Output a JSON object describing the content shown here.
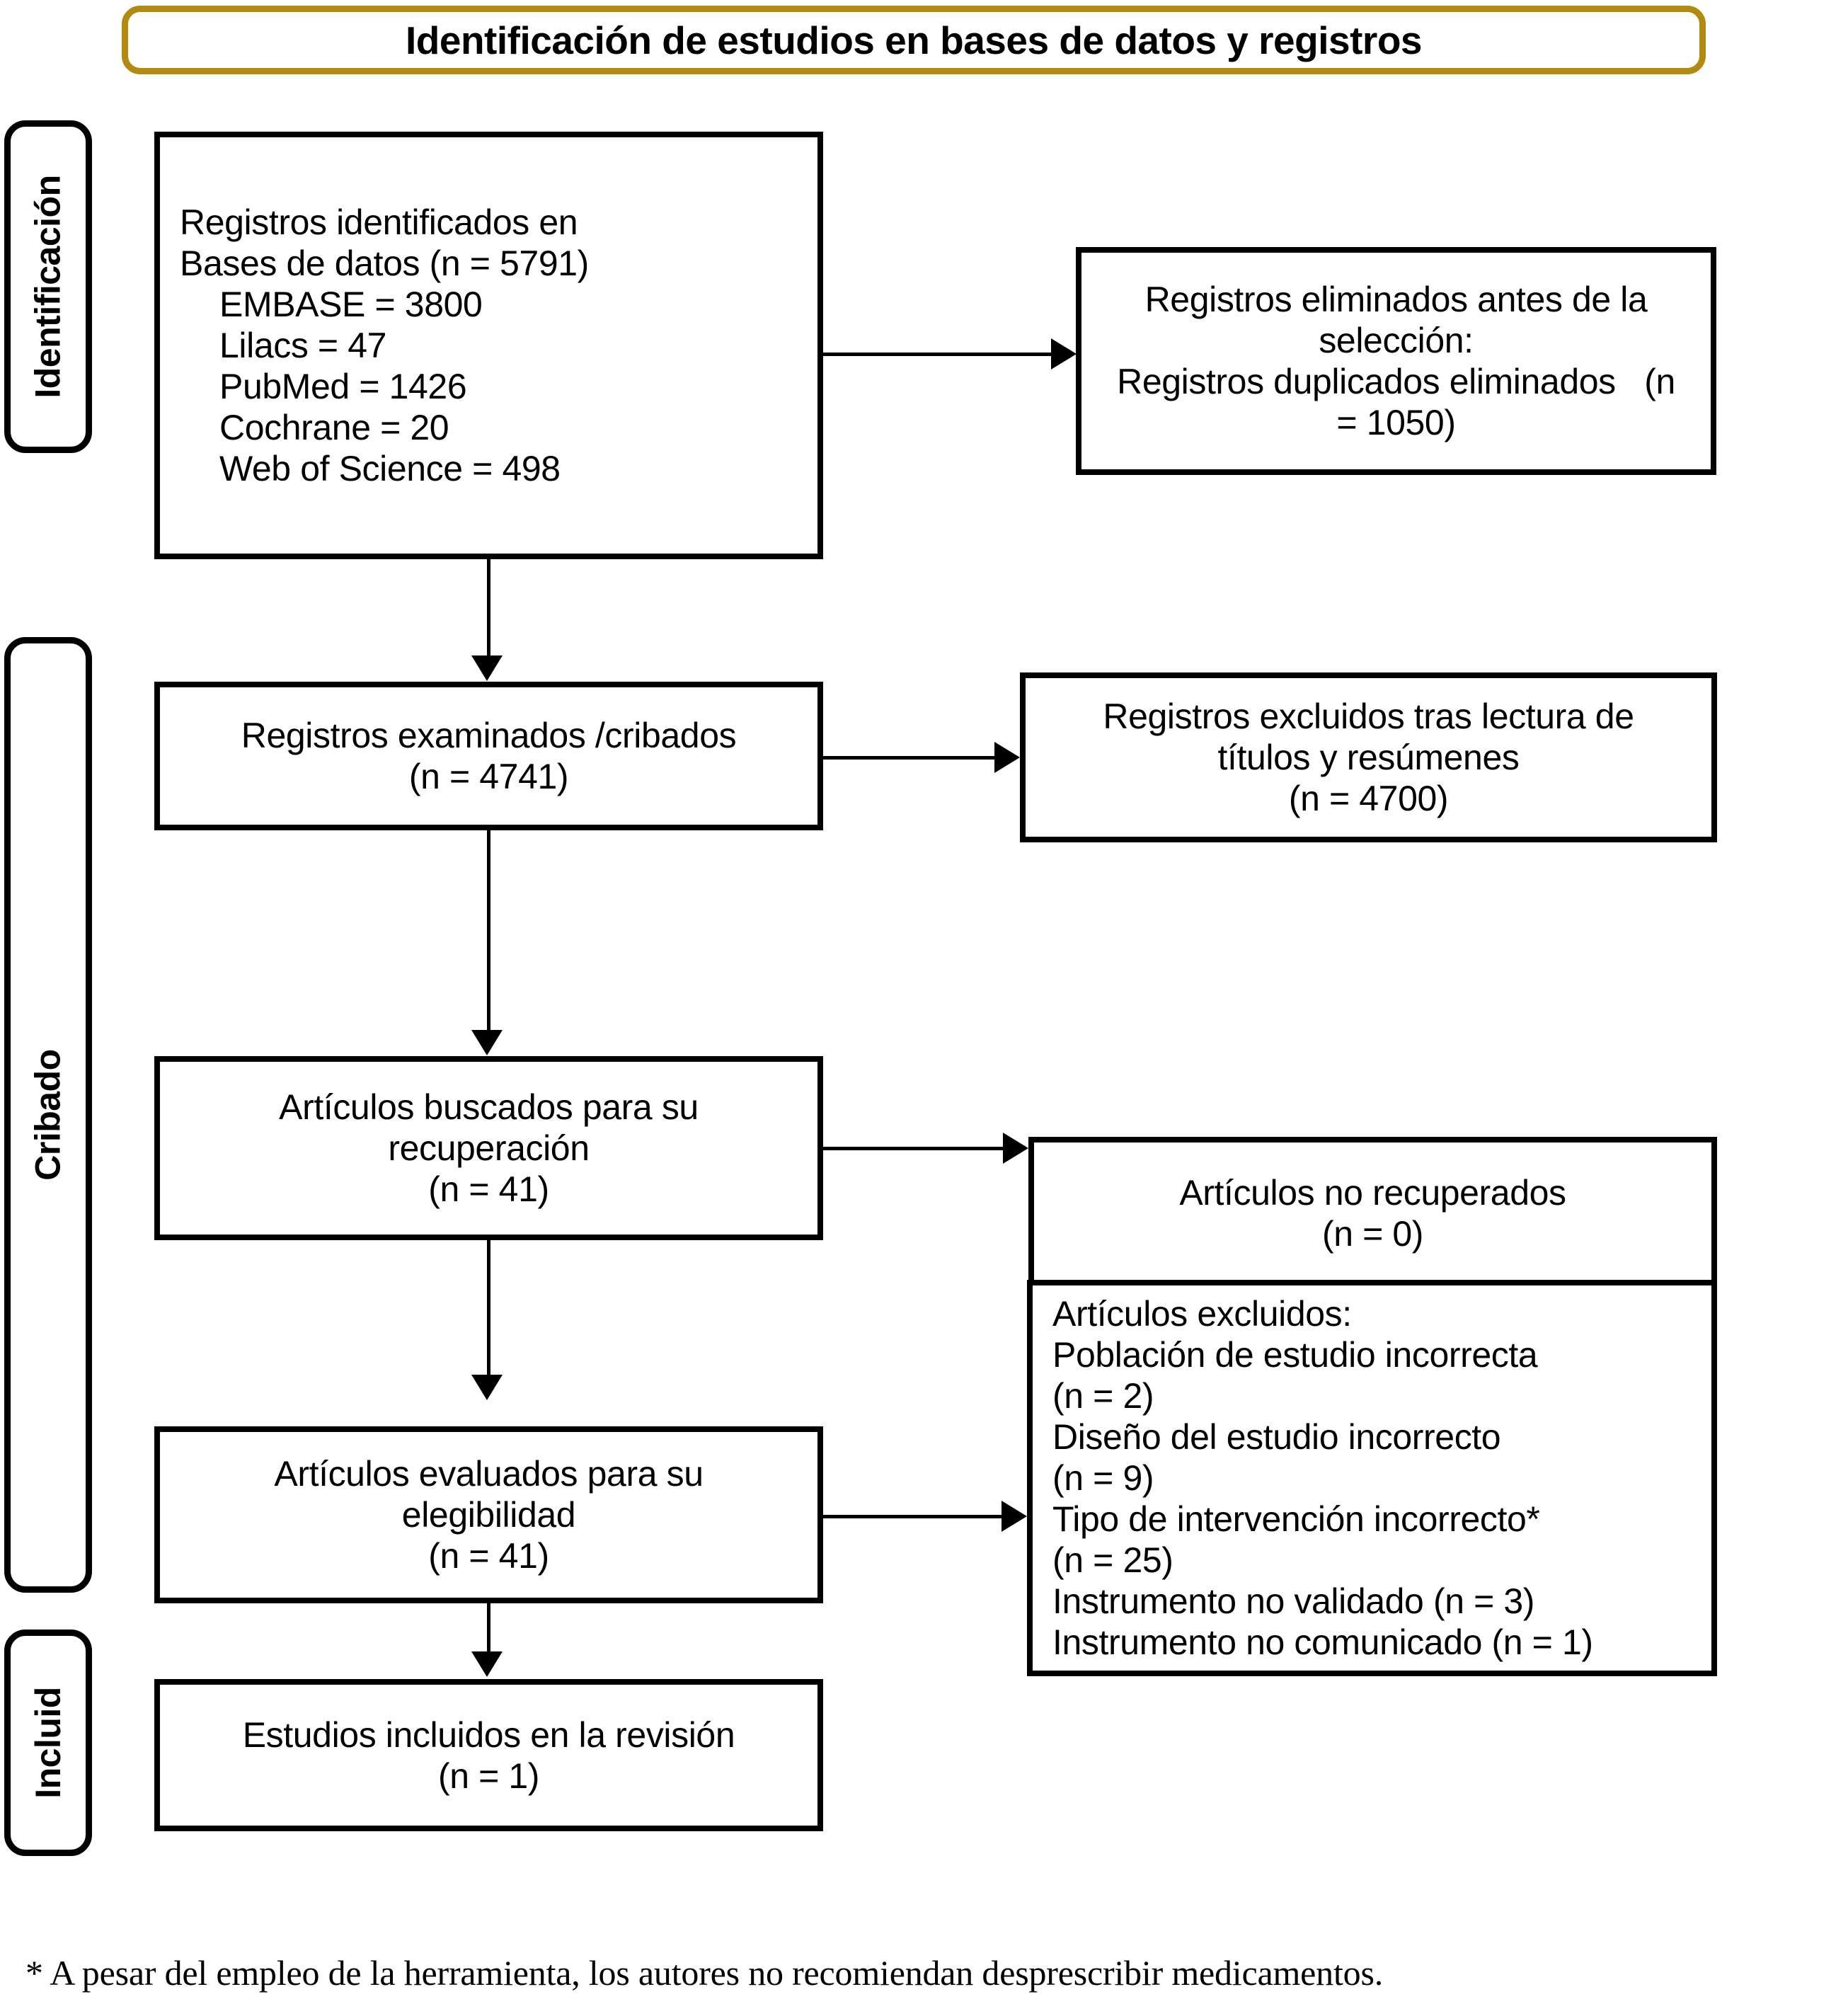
{
  "diagram": {
    "title": "Identificación de estudios en bases de datos y registros",
    "accent_color": "#B38A10",
    "line_color": "#000000",
    "background": "#ffffff"
  },
  "stages": [
    {
      "id": "identificacion",
      "label": "Identificación"
    },
    {
      "id": "cribado",
      "label": "Cribado"
    },
    {
      "id": "incluid",
      "label": "Incluid"
    }
  ],
  "boxes": {
    "identified": {
      "name": "registros-identificados",
      "lines": [
        "Registros identificados en",
        "Bases de datos (n = 5791)",
        "EMBASE = 3800",
        "Lilacs = 47",
        "PubMed = 1426",
        "Cochrane = 20",
        "Web of Science = 498"
      ]
    },
    "removed": {
      "name": "registros-eliminados",
      "lines": [
        "Registros eliminados antes de la",
        "selección:",
        "Registros duplicados eliminados   (n",
        "= 1050)"
      ]
    },
    "screened": {
      "name": "registros-examinados",
      "lines": [
        "Registros examinados /cribados",
        "(n = 4741)"
      ]
    },
    "excluded_screen": {
      "name": "registros-excluidos",
      "lines": [
        "Registros excluidos tras lectura de",
        "títulos y resúmenes",
        "(n = 4700)"
      ]
    },
    "sought": {
      "name": "articulos-buscados",
      "lines": [
        "Artículos buscados para su",
        "recuperación",
        "(n = 41)"
      ]
    },
    "not_retrieved": {
      "name": "articulos-no-recuperados",
      "lines": [
        "Artículos no recuperados",
        "(n = 0)"
      ]
    },
    "assessed": {
      "name": "articulos-evaluados",
      "lines": [
        "Artículos evaluados para su",
        "elegibilidad",
        "(n = 41)"
      ]
    },
    "articles_excluded": {
      "name": "articulos-excluidos",
      "lines": [
        "Artículos excluidos:",
        "Población de estudio incorrecta",
        "(n = 2)",
        "Diseño del estudio incorrecto",
        "(n = 9)",
        "Tipo de intervención incorrecto*",
        "(n = 25)",
        "Instrumento no validado (n = 3)",
        "Instrumento no comunicado (n = 1)"
      ]
    },
    "included": {
      "name": "estudios-incluidos",
      "lines": [
        "Estudios incluidos en la revisión",
        "(n = 1)"
      ]
    }
  },
  "counts": {
    "databases_total": 5791,
    "embase": 3800,
    "lilacs": 47,
    "pubmed": 1426,
    "cochrane": 20,
    "web_of_science": 498,
    "duplicates_removed": 1050,
    "screened": 4741,
    "excluded_title_abstract": 4700,
    "sought_for_retrieval": 41,
    "not_retrieved": 0,
    "assessed_eligibility": 41,
    "excluded_population": 2,
    "excluded_design": 9,
    "excluded_intervention": 25,
    "excluded_instrument_not_validated": 3,
    "excluded_instrument_not_reported": 1,
    "included_in_review": 1
  },
  "footnote": "* A pesar del empleo de la herramienta, los autores no recomiendan desprescribir medicamentos."
}
